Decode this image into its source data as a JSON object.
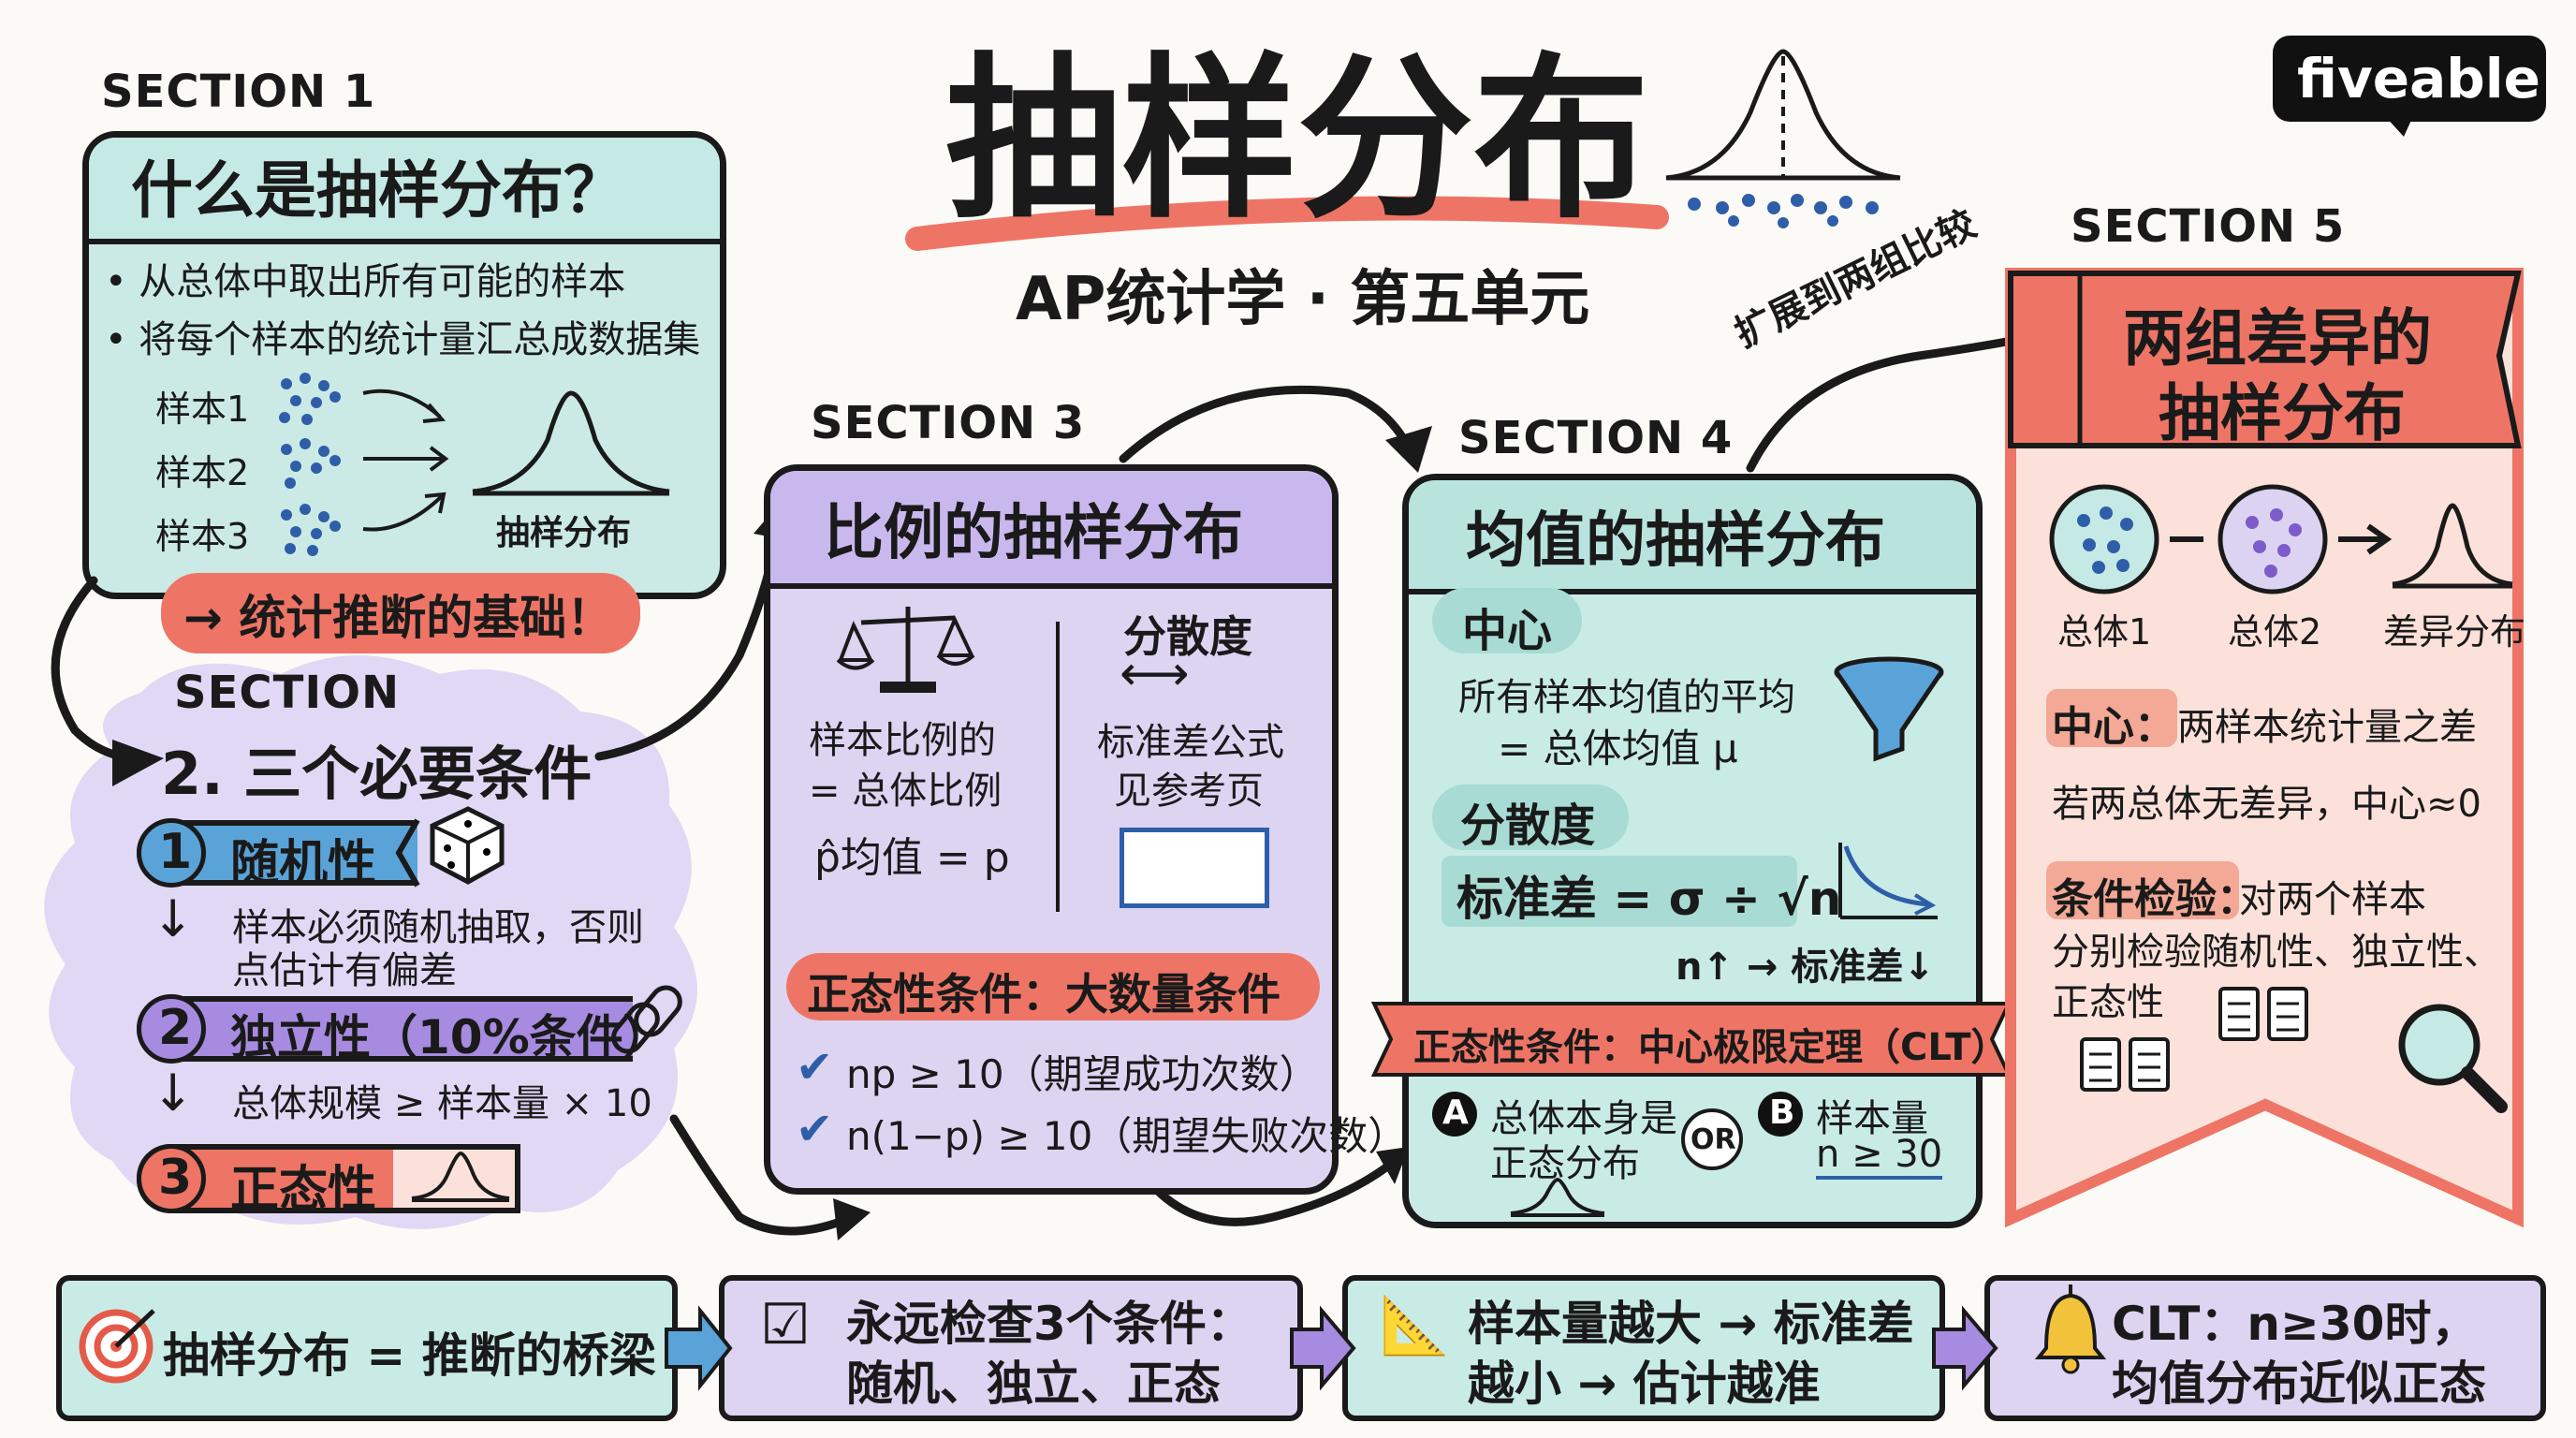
{
  "header": {
    "title": "抽样分布",
    "subtitle": "AP统计学 · 第五单元",
    "brand": "fiveable"
  },
  "section1": {
    "label": "SECTION 1",
    "title": "什么是抽样分布？",
    "bullets": [
      "• 从总体中取出所有可能的样本",
      "• 将每个样本的统计量汇总成数据集"
    ],
    "samples": [
      "样本1",
      "样本2",
      "样本3"
    ],
    "dist_label": "抽样分布",
    "callout": "→ 统计推断的基础！"
  },
  "section2": {
    "label": "SECTION",
    "title": "2. 三个必要条件",
    "conditions": [
      {
        "num": "1",
        "name": "随机性",
        "desc_line1": "样本必须随机抽取，否则",
        "desc_line2": "点估计有偏差"
      },
      {
        "num": "2",
        "name": "独立性（10%条件）",
        "desc_line1": "总体规模 ≥ 样本量 × 10"
      },
      {
        "num": "3",
        "name": "正态性"
      }
    ]
  },
  "section3": {
    "label": "SECTION 3",
    "title": "比例的抽样分布",
    "left_line1": "样本比例的",
    "left_line2": "= 总体比例",
    "left_line3": "p̂均值 = p",
    "right_title": "分散度",
    "right_line1": "标准差公式",
    "right_line2": "见参考页",
    "normal_label": "正态性条件：大数量条件",
    "checks": [
      "np ≥ 10（期望成功次数）",
      "n(1−p) ≥ 10（期望失败次数）"
    ]
  },
  "section4": {
    "label": "SECTION 4",
    "title": "均值的抽样分布",
    "center_tag": "中心",
    "center_line1": "所有样本均值的平均",
    "center_line2": "= 总体均值 μ",
    "spread_tag": "分散度",
    "sd_formula": "标准差 = σ ÷ √n",
    "sd_note": "n↑ → 标准差↓",
    "normal_label": "正态性条件：中心极限定理（CLT）",
    "option_a_letter": "A",
    "option_a_line1": "总体本身是",
    "option_a_line2": "正态分布",
    "or_label": "OR",
    "option_b_letter": "B",
    "option_b_line1": "样本量",
    "option_b_line2": "n ≥ 30"
  },
  "section5": {
    "label": "SECTION 5",
    "arrow_label": "扩展到两组比较",
    "title_line1": "两组差异的",
    "title_line2": "抽样分布",
    "pop1": "总体1",
    "pop2": "总体2",
    "diff": "差异分布",
    "center_tag": "中心：",
    "center_text": "两样本统计量之差",
    "center_note": "若两总体无差异，中心≈0",
    "check_tag": "条件检验：",
    "check_text1": "对两个样本",
    "check_text2": "分别检验随机性、独立性、",
    "check_text3": "正态性"
  },
  "footer": [
    {
      "line1": "抽样分布 = 推断的桥梁"
    },
    {
      "line1": "永远检查3个条件：",
      "line2": "随机、独立、正态"
    },
    {
      "line1": "样本量越大 → 标准差",
      "line2": "越小 → 估计越准"
    },
    {
      "line1": "CLT：n≥30时，",
      "line2": "均值分布近似正态"
    }
  ],
  "colors": {
    "teal": "#c5e9e4",
    "purple": "#dcd3f3",
    "salmon": "#ee7566",
    "pink": "#fbe1da",
    "navy": "#2f5ea8"
  }
}
